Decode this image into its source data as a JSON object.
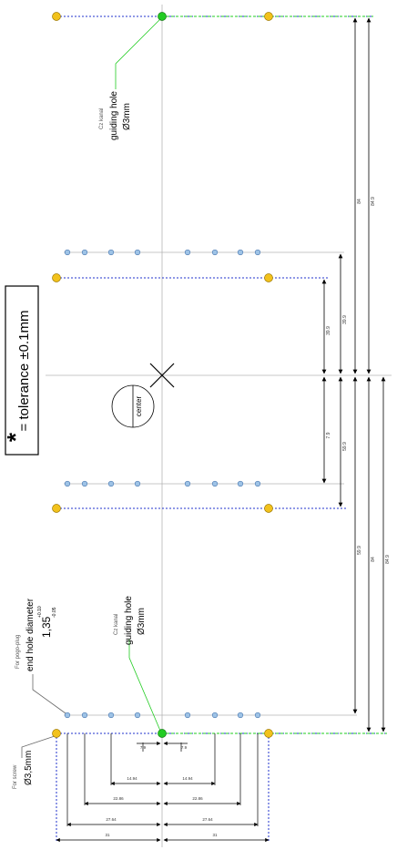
{
  "tolerance_box": {
    "star": "*",
    "text": "= tolerance ±0.1mm"
  },
  "center_label": "center",
  "guiding_top": {
    "channel": "Cz kanal",
    "line1": "guiding hole",
    "line2": "Ø3mm"
  },
  "guiding_bottom": {
    "channel": "Cz kanal",
    "line1": "guiding hole",
    "line2": "Ø3mm"
  },
  "pogo_note": {
    "prefix": "For pogo-plug",
    "line1": "end hole diameter",
    "value": "1,35",
    "sup": "+0.10",
    "sub": "-0.05"
  },
  "screw_note": {
    "prefix": "For screw",
    "value": "Ø3,5mm"
  },
  "vertical_dims": {
    "v1": "39.9",
    "v2": "39.9",
    "v3": "59.9",
    "v4": "84",
    "v5": "84.9",
    "v6": "59.9",
    "v7": "84",
    "v8": "84.9",
    "v9": "7.9"
  },
  "bottom_dims": {
    "r1": [
      "7.9",
      "7.9"
    ],
    "r2": [
      "14.94",
      "14.94"
    ],
    "r3": [
      "22.86",
      "22.86"
    ],
    "r4": [
      "27.64",
      "27.64"
    ],
    "r5": [
      "31",
      "31"
    ]
  },
  "colors": {
    "guide": "#22cc22",
    "screw": "#f2c21c",
    "pogo": "#9ec3e6",
    "dash": "#2233cc",
    "line": "#9a9a9a"
  }
}
